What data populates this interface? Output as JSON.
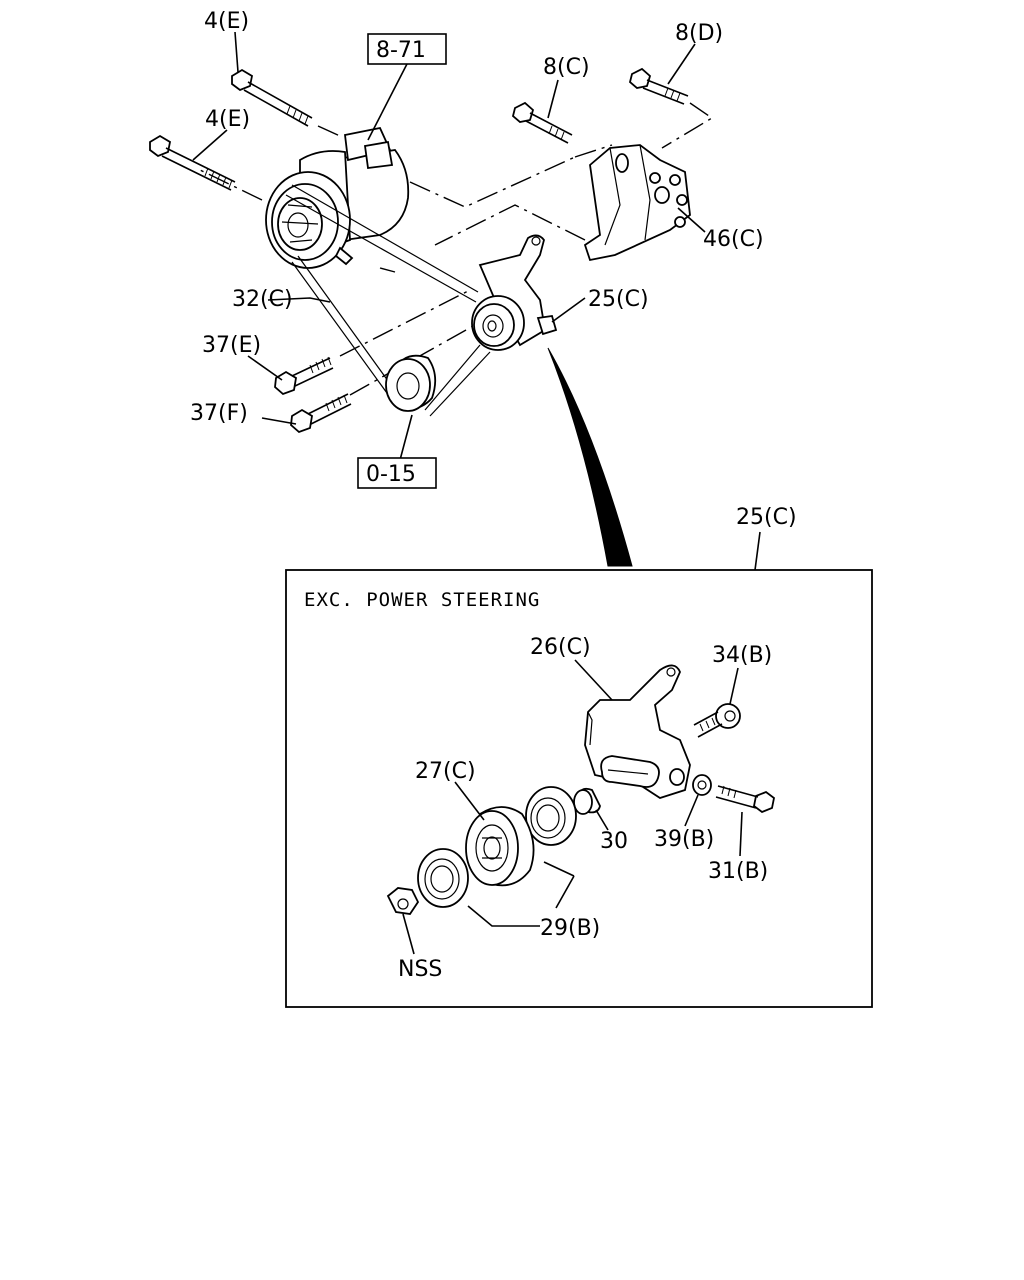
{
  "labels": {
    "l_4e_top": "4(E)",
    "l_4e_mid": "4(E)",
    "l_871": "8-71",
    "l_8c": "8(C)",
    "l_8d": "8(D)",
    "l_46c": "46(C)",
    "l_32c": "32(C)",
    "l_25c_top": "25(C)",
    "l_37e": "37(E)",
    "l_37f": "37(F)",
    "l_015": "0-15",
    "l_25c_box": "25(C)",
    "l_26c": "26(C)",
    "l_34b": "34(B)",
    "l_27c": "27(C)",
    "l_30": "30",
    "l_39b": "39(B)",
    "l_31b": "31(B)",
    "l_29b": "29(B)",
    "l_nss": "NSS"
  },
  "inset": {
    "title": "EXC.  POWER STEERING"
  }
}
